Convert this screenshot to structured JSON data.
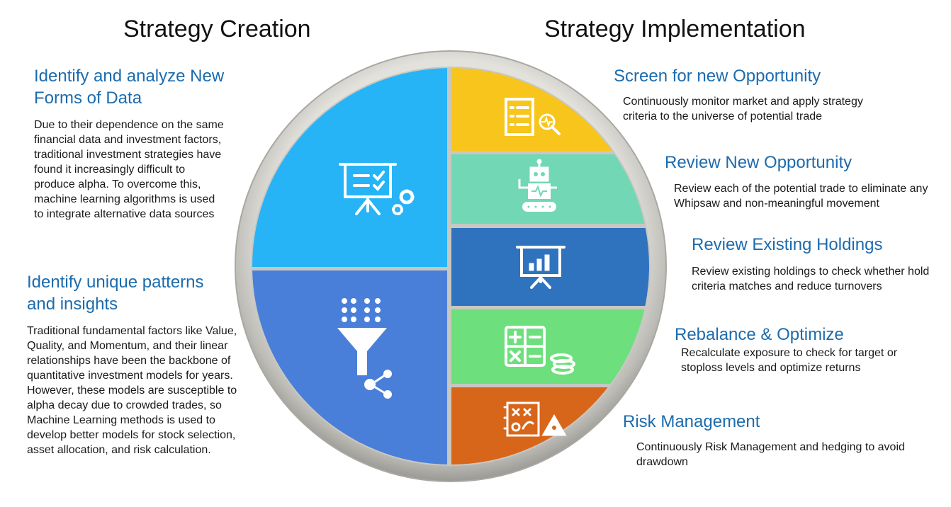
{
  "headings": {
    "left": "Strategy Creation",
    "right": "Strategy Implementation"
  },
  "creation": [
    {
      "title": "Identify and analyze New Forms of Data",
      "description": "Due to their dependence on the same financial data and investment factors, traditional investment strategies have found it increasingly difficult to produce alpha. To overcome this, machine learning algorithms is used to integrate alternative data sources",
      "color": "#27b4f6",
      "icon": "presentation-checklist-gears-icon"
    },
    {
      "title": "Identify unique patterns and insights",
      "description": "Traditional fundamental factors like Value, Quality, and Momentum, and their linear relationships have been the backbone of quantitative investment models for years. However, these models are susceptible to alpha decay due to crowded trades, so Machine Learning methods is used to develop better models for stock selection, asset allocation, and risk calculation.",
      "color": "#4a7fd9",
      "icon": "funnel-data-network-icon"
    }
  ],
  "implementation": [
    {
      "title": "Screen for new Opportunity",
      "description": "Continuously monitor market and apply strategy criteria to the universe of potential trade",
      "color": "#f7c51c",
      "icon": "checklist-magnifier-icon"
    },
    {
      "title": "Review New Opportunity",
      "description": "Review each of the potential trade to eliminate any Whipsaw and non-meaningful movement",
      "color": "#72d7b5",
      "icon": "robot-icon"
    },
    {
      "title": "Review Existing Holdings",
      "description": "Review existing holdings to check whether hold criteria matches and reduce turnovers",
      "color": "#2f73bf",
      "icon": "presentation-bar-chart-icon"
    },
    {
      "title": "Rebalance & Optimize",
      "description": "Recalculate exposure to check for target or stoploss levels and optimize returns",
      "color": "#6ddf7c",
      "icon": "calculator-coins-icon"
    },
    {
      "title": "Risk Management",
      "description": "Continuously Risk Management and hedging to avoid drawdown",
      "color": "#d8661a",
      "icon": "strategy-board-hazard-icon"
    }
  ]
}
